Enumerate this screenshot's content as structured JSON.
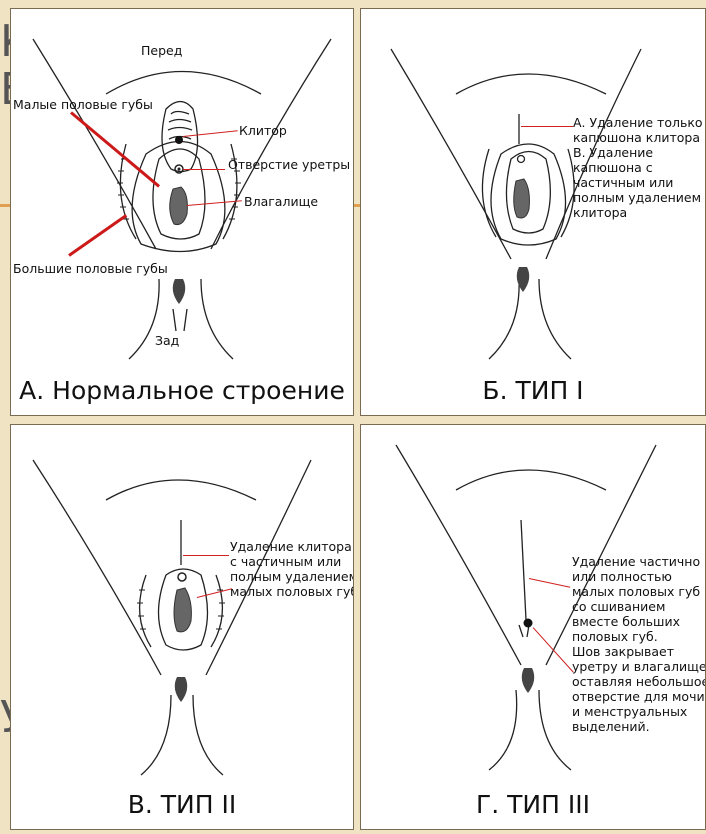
{
  "side_letters": [
    "К",
    "Е",
    "У"
  ],
  "panels": {
    "a": {
      "caption": "А. Нормальное строение",
      "front": "Перед",
      "back": "Зад",
      "minor_labia": "Малые половые губы",
      "major_labia": "Большие половые губы",
      "clitoris": "Клитор",
      "urethra": "Отверстие уретры",
      "vagina": "Влагалище"
    },
    "b": {
      "caption": "Б. ТИП I",
      "lines": [
        "А. Удаление только",
        "капюшона клитора",
        "В. Удаление",
        "капюшона с",
        "частичным или",
        "полным удалением",
        "клитора"
      ]
    },
    "c": {
      "caption": "В. ТИП II",
      "lines": [
        "Удаление клитора",
        "с частичным или",
        "полным удалением",
        "малых половых губ"
      ]
    },
    "d": {
      "caption": "Г. ТИП III",
      "lines": [
        "Удаление частично",
        "или полностью",
        "малых половых губ",
        "со сшиванием",
        "вместе больших",
        "половых губ.",
        "Шов закрывает",
        "уретру и влагалище,",
        "оставляя небольшое",
        "отверстие для мочи",
        "и менструальных",
        "выделений."
      ]
    }
  }
}
